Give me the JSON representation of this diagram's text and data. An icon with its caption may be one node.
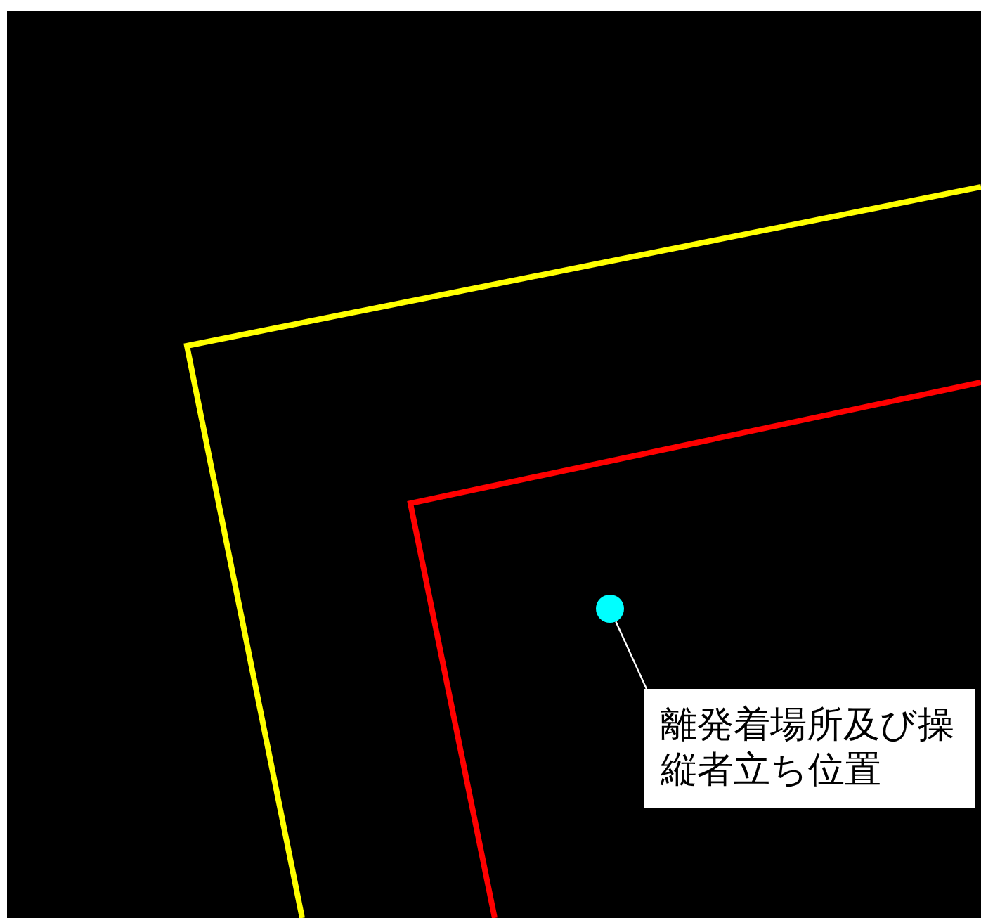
{
  "diagram": {
    "nodes": [
      {
        "text": [],
        "shape": "circle"
      },
      {
        "text": [
          "離発着場所及び操縦者立ち位置"
        ]
      }
    ],
    "edges": [
      {
        "from": 1,
        "to": 0,
        "arrow": "none"
      }
    ]
  }
}
